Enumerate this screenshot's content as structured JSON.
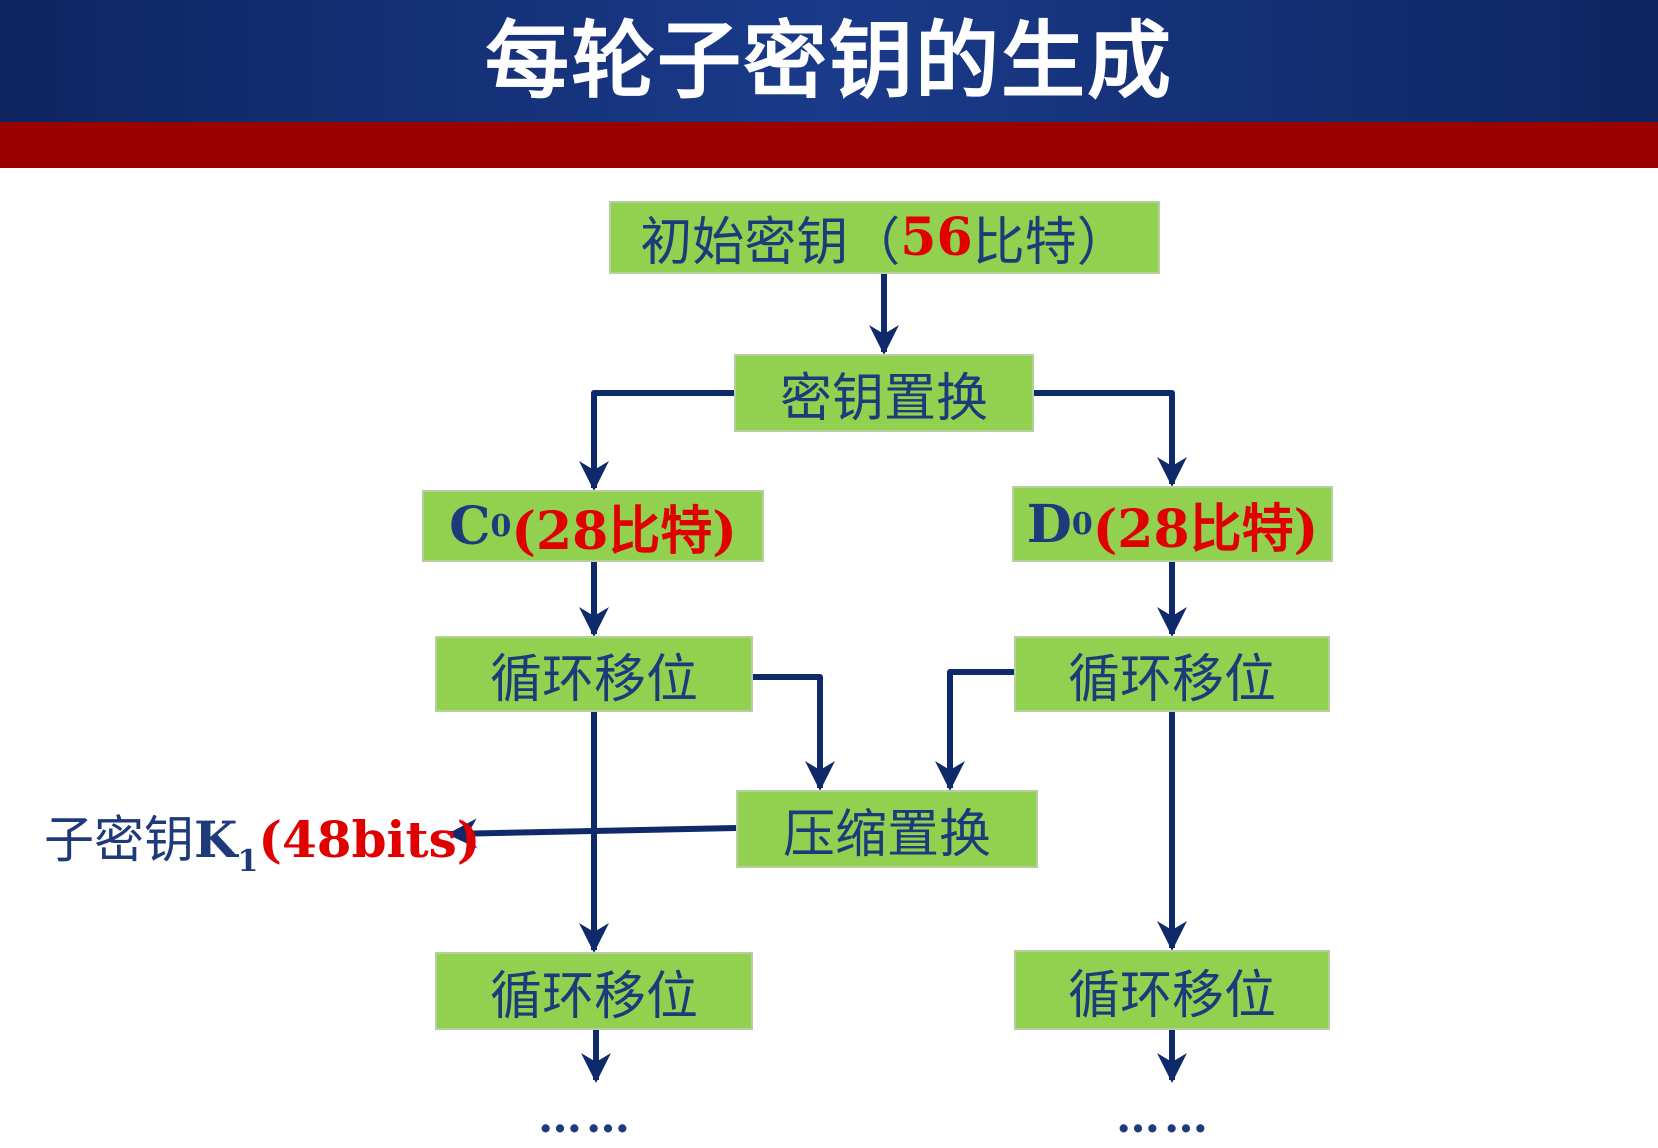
{
  "title": "每轮子密钥的生成",
  "colors": {
    "header_blue": "#1a3a8a",
    "stripe_red": "#9b0000",
    "box_green": "#92d050",
    "text_blue": "#1f3a7a",
    "accent_red": "#e00000",
    "arrow": "#0e2a6b"
  },
  "nodes": {
    "initial_key": {
      "label": "初始密钥（",
      "value": "56",
      "unit": "比特",
      "close": "）"
    },
    "key_permutation": {
      "label": "密钥置换"
    },
    "c0": {
      "letter": "C",
      "subscript": "0",
      "detail": "(28比特)"
    },
    "d0": {
      "letter": "D",
      "subscript": "0",
      "detail": "(28比特)"
    },
    "shift_left_1": {
      "label": "循环移位"
    },
    "shift_right_1": {
      "label": "循环移位"
    },
    "compression_permutation": {
      "label": "压缩置换"
    },
    "shift_left_2": {
      "label": "循环移位"
    },
    "shift_right_2": {
      "label": "循环移位"
    }
  },
  "subkey_output": {
    "label": "子密钥",
    "letter": "K",
    "subscript": "1",
    "detail": "(48bits)"
  },
  "continuation": {
    "left": "……",
    "right": "……"
  }
}
